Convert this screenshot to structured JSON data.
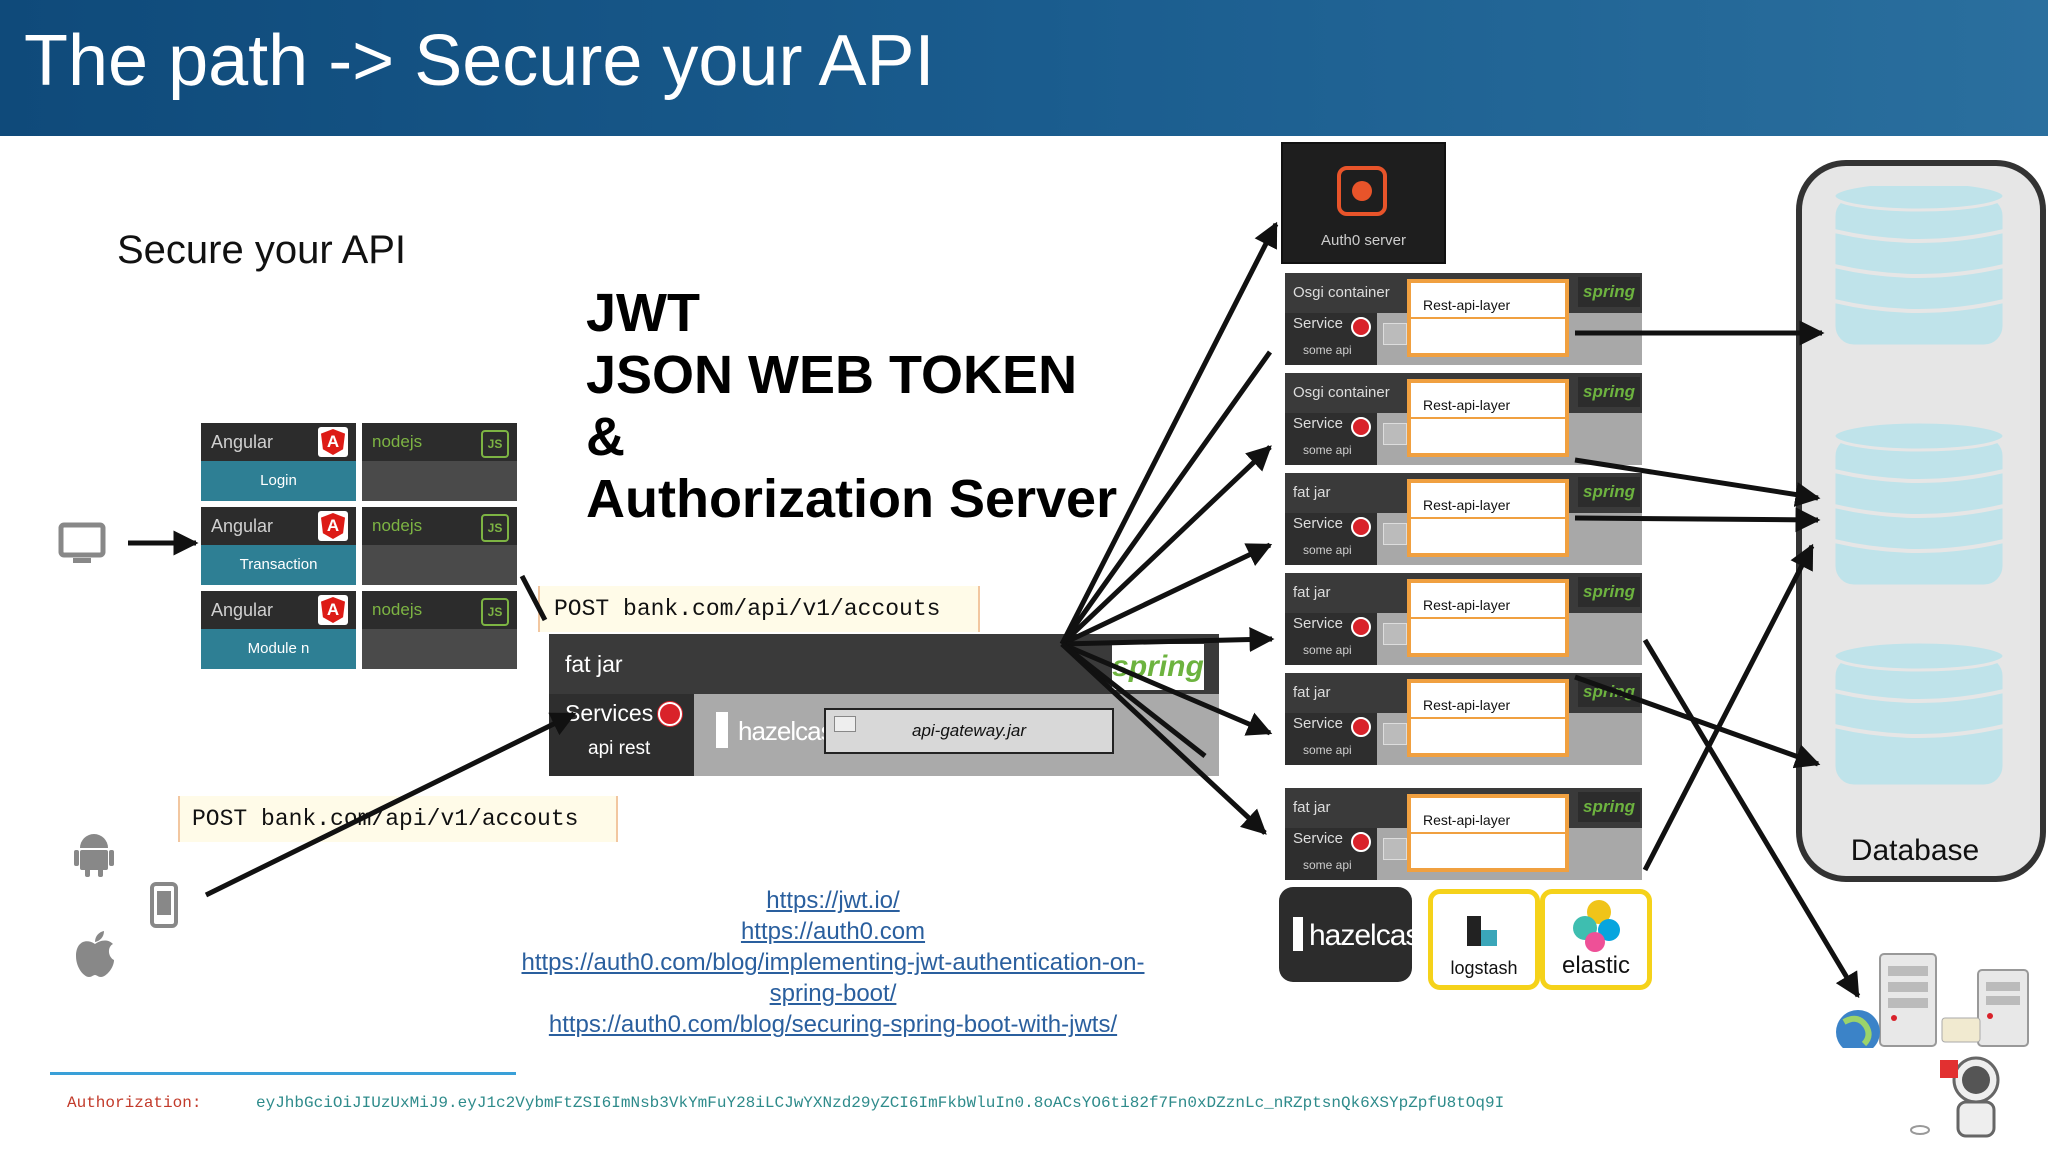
{
  "header": {
    "title": "The path -> Secure your API"
  },
  "subtitle": "Secure your API",
  "heading": {
    "lines": [
      "JWT",
      "JSON WEB TOKEN",
      "&",
      "Authorization Server"
    ]
  },
  "frontends": [
    {
      "framework": "Angular",
      "module": "Login",
      "backend": "nodejs"
    },
    {
      "framework": "Angular",
      "module": "Transaction",
      "backend": "nodejs"
    },
    {
      "framework": "Angular",
      "module": "Module n",
      "backend": "nodejs"
    }
  ],
  "requests": {
    "desktop": "POST bank.com/api/v1/accouts",
    "mobile": "POST bank.com/api/v1/accouts"
  },
  "gateway": {
    "container": "fat jar",
    "services_label": "Services",
    "api_label": "api rest",
    "cache": "hazelcast",
    "jar": "api-gateway.jar",
    "framework": "spring"
  },
  "auth_server": {
    "label": "Auth0 server"
  },
  "microservices": [
    {
      "container": "Osgi container",
      "service": "Service",
      "api": "some api",
      "layer": "Rest-api-layer",
      "framework": "spring"
    },
    {
      "container": "Osgi container",
      "service": "Service",
      "api": "some api",
      "layer": "Rest-api-layer",
      "framework": "spring"
    },
    {
      "container": "fat jar",
      "service": "Service",
      "api": "some api",
      "layer": "Rest-api-layer",
      "framework": "spring"
    },
    {
      "container": "fat jar",
      "service": "Service",
      "api": "some api",
      "layer": "Rest-api-layer",
      "framework": "spring"
    },
    {
      "container": "fat jar",
      "service": "Service",
      "api": "some api",
      "layer": "Rest-api-layer",
      "framework": "spring"
    },
    {
      "container": "fat jar",
      "service": "Service",
      "api": "some api",
      "layer": "Rest-api-layer",
      "framework": "spring"
    }
  ],
  "tools": [
    {
      "name": "hazelcast",
      "color": "#2c2c2c"
    },
    {
      "name": "logstash",
      "color": "#f5d21a"
    },
    {
      "name": "elastic",
      "color": "#f5d21a"
    }
  ],
  "database": {
    "label": "Database",
    "color": "#bfe3ea"
  },
  "links": [
    "https://jwt.io/",
    "https://auth0.com",
    "https://auth0.com/blog/implementing-jwt-authentication-on-",
    "spring-boot/",
    "https://auth0.com/blog/securing-spring-boot-with-jwts/"
  ],
  "authorization": {
    "label": "Authorization:",
    "value": "eyJhbGciOiJIUzUxMiJ9.eyJ1c2VybmFtZSI6ImNsb3VkYmFuY28iLCJwYXNzd29yZCI6ImFkbWluIn0.8oACsYO6ti82f7Fn0xDZznLc_nRZptsnQk6XSYpZpfU8tOq9I"
  },
  "icons": [
    "monitor-icon",
    "android-icon",
    "phone-icon",
    "apple-icon",
    "angular-icon",
    "nodejs-icon",
    "service-icon",
    "server-icon",
    "globe-icon",
    "astronaut-icon"
  ]
}
